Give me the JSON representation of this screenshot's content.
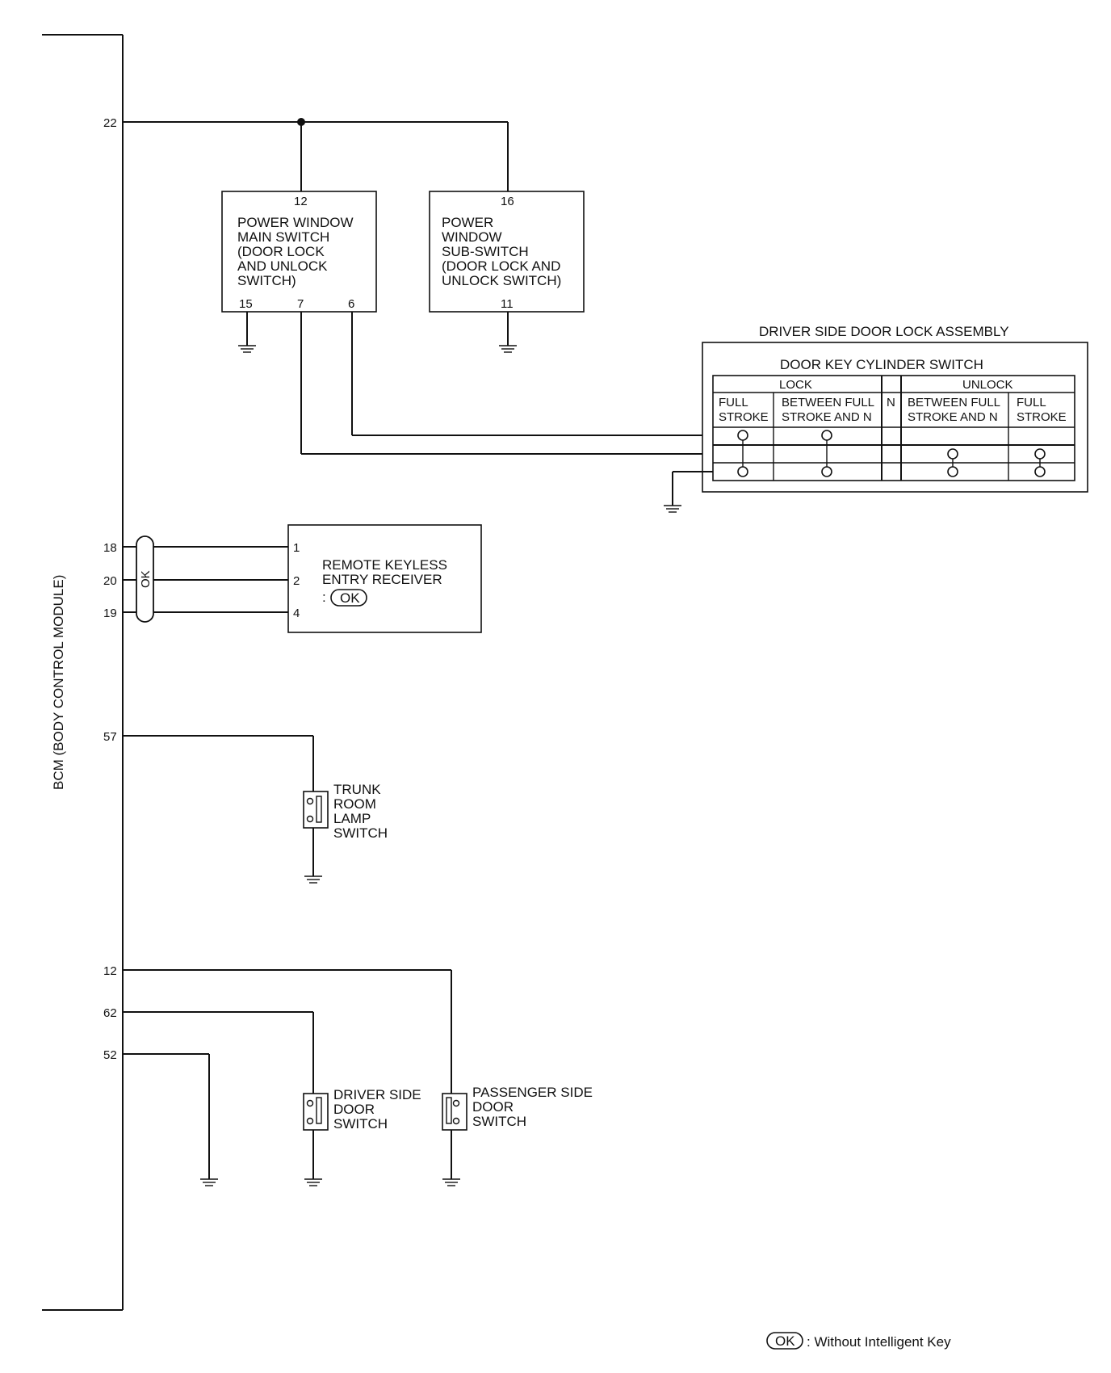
{
  "bcm": {
    "label": "BCM (BODY CONTROL MODULE)",
    "pins": {
      "p22": "22",
      "p18": "18",
      "p20": "20",
      "p19": "19",
      "p57": "57",
      "p12": "12",
      "p62": "62",
      "p52": "52"
    }
  },
  "main_switch": {
    "lines": [
      "POWER WINDOW",
      "MAIN SWITCH",
      "(DOOR LOCK",
      " AND UNLOCK",
      " SWITCH)"
    ],
    "pin_top": "12",
    "pins_bottom": [
      "15",
      "7",
      "6"
    ]
  },
  "sub_switch": {
    "lines": [
      "POWER",
      "WINDOW",
      "SUB-SWITCH",
      "(DOOR LOCK AND",
      " UNLOCK SWITCH)"
    ],
    "pin_top": "16",
    "pin_bottom": "11"
  },
  "door_lock_assembly": {
    "title": "DRIVER SIDE DOOR LOCK ASSEMBLY",
    "switch_title": "DOOR KEY CYLINDER SWITCH",
    "lock_header": "LOCK",
    "unlock_header": "UNLOCK",
    "neutral": "N",
    "columns": [
      [
        "FULL",
        "STROKE"
      ],
      [
        "BETWEEN FULL",
        "STROKE AND N"
      ],
      [
        "BETWEEN FULL",
        "STROKE AND N"
      ],
      [
        "FULL",
        "STROKE"
      ]
    ]
  },
  "receiver": {
    "lines": [
      "REMOTE KEYLESS",
      "ENTRY RECEIVER"
    ],
    "option_prefix": ":",
    "option_badge": "OK",
    "pins": [
      "1",
      "2",
      "4"
    ],
    "harness_label": "OK"
  },
  "trunk_switch": {
    "lines": [
      "TRUNK",
      "ROOM",
      "LAMP",
      "SWITCH"
    ]
  },
  "driver_door_switch": {
    "lines": [
      "DRIVER SIDE",
      "DOOR",
      "SWITCH"
    ]
  },
  "passenger_door_switch": {
    "lines": [
      "PASSENGER SIDE",
      "DOOR",
      "SWITCH"
    ]
  },
  "legend": {
    "badge": "OK",
    "text": ": Without Intelligent Key"
  }
}
